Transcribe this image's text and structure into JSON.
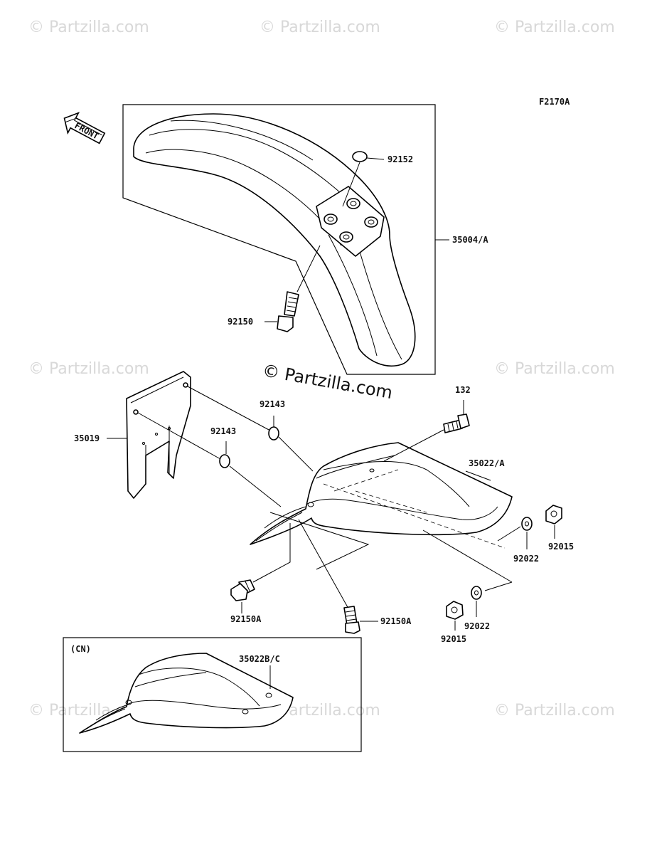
{
  "figure_code": "F2170A",
  "front_arrow": {
    "label": "FRONT"
  },
  "inset": {
    "region_label": "(CN)"
  },
  "parts": {
    "p92152": "92152",
    "p35004A": "35004/A",
    "p92150": "92150",
    "p35019": "35019",
    "p92143_a": "92143",
    "p92143_b": "92143",
    "p132": "132",
    "p35022A": "35022/A",
    "p92015_a": "92015",
    "p92022_a": "92022",
    "p92150A_a": "92150A",
    "p92150A_b": "92150A",
    "p92015_b": "92015",
    "p92022_b": "92022",
    "p35022BC": "35022B/C"
  },
  "watermarks": {
    "center": "© Partzilla.com",
    "repeat": "© Partzilla.com"
  }
}
